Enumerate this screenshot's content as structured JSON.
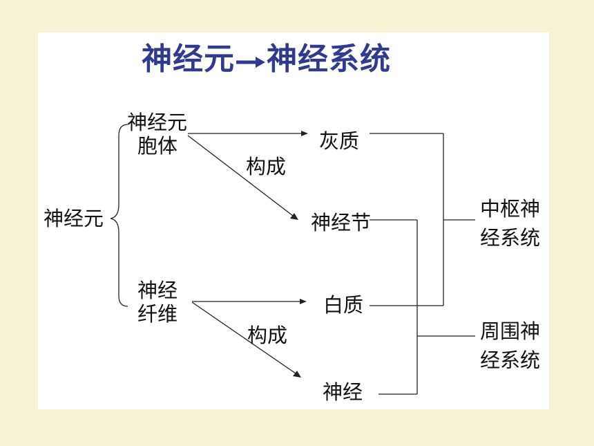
{
  "title": {
    "left": "神经元",
    "right": "神经系统"
  },
  "nodes": {
    "neuron": "神经元",
    "cell_body_line1": "神经元",
    "cell_body_line2": "胞体",
    "fiber_line1": "神经",
    "fiber_line2": "纤维",
    "compose_top": "构成",
    "compose_bottom": "构成",
    "gray_matter": "灰质",
    "ganglion": "神经节",
    "white_matter": "白质",
    "nerve": "神经",
    "cns_line1": "中枢神",
    "cns_line2": "经系统",
    "pns_line1": "周围神",
    "pns_line2": "经系统"
  },
  "colors": {
    "background": "#f6f2d4",
    "panel": "#ffffff",
    "title": "#303a91",
    "text": "#111111",
    "lines": "#222222"
  }
}
